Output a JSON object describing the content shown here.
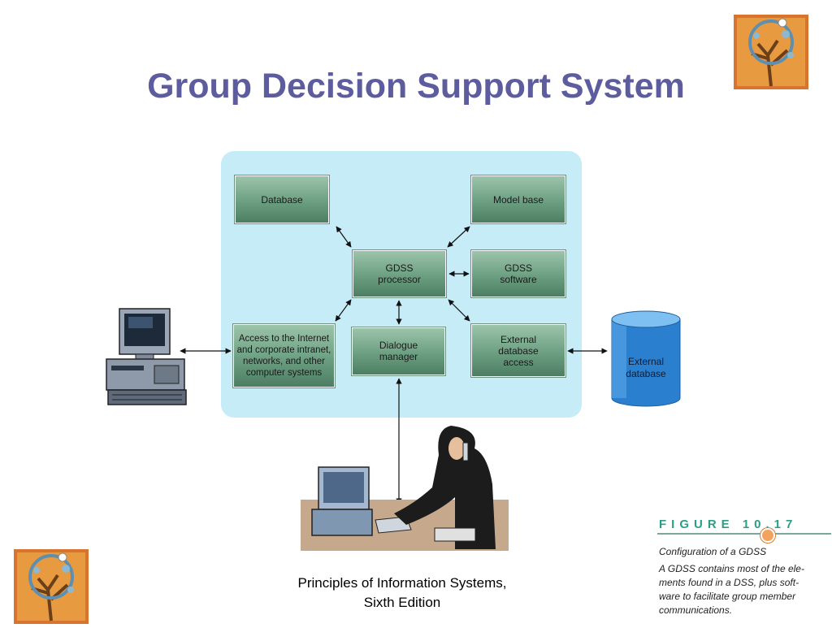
{
  "slide": {
    "title": "Group Decision Support System",
    "footer": "Principles of Information Systems,\nSixth Edition"
  },
  "diagram": {
    "boxes": {
      "database": "Database",
      "model_base": "Model base",
      "gdss_processor": "GDSS\nprocessor",
      "gdss_software": "GDSS\nsoftware",
      "access": "Access to the Internet\nand corporate intranet,\nnetworks, and other\ncomputer systems",
      "dialogue_manager": "Dialogue\nmanager",
      "external_access": "External\ndatabase\naccess"
    },
    "external_database": "External\ndatabase"
  },
  "figure": {
    "number": "FIGURE 10.17",
    "title": "Configuration of a GDSS",
    "caption": "A GDSS contains most of the ele-\nments found in a DSS, plus soft-\nware to facilitate group member\ncommunications."
  },
  "icons": [
    "tree-logo-icon",
    "desktop-computer-icon",
    "database-cylinder-icon",
    "user-at-computer-icon"
  ]
}
